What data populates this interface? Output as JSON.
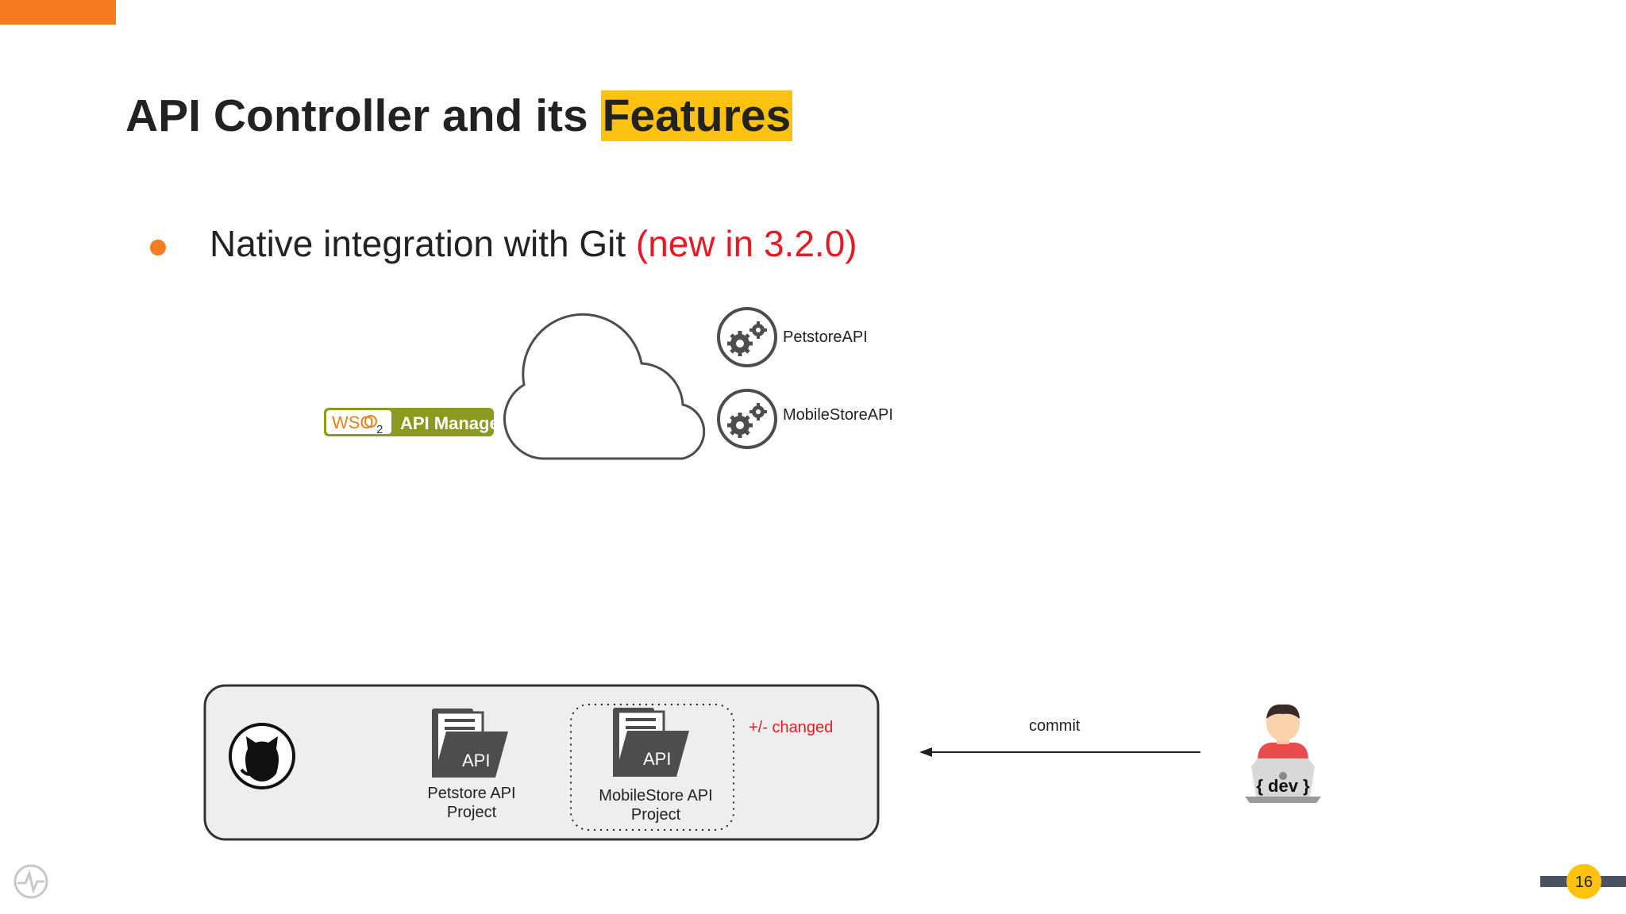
{
  "slide": {
    "title_main": "API Controller and its ",
    "title_highlight": "Features",
    "bullet_text": "Native integration with Git ",
    "bullet_highlight": "(new in 3.2.0)",
    "page_number": "16"
  },
  "diagram": {
    "logo_brand": "WSO",
    "logo_sub": "2",
    "logo_product": "API Manager",
    "apis": [
      "PetstoreAPI",
      "MobileStoreAPI"
    ],
    "projects": [
      {
        "icon_text": "API",
        "label_line1": "Petstore API",
        "label_line2": "Project"
      },
      {
        "icon_text": "API",
        "label_line1": "MobileStore API",
        "label_line2": "Project"
      }
    ],
    "changed_label": "+/- changed",
    "commit_label": "commit",
    "dev_label": "{ dev }"
  },
  "colors": {
    "accent_orange": "#f47b20",
    "highlight_yellow": "#fdc20f",
    "new_red": "#e31b23",
    "icon_gray": "#4d4d4d",
    "repo_box_bg": "#eeeeee",
    "wso2_green": "#8a9a1e"
  },
  "icons": [
    "github-icon",
    "gear-icon",
    "cloud-icon",
    "folder-icon",
    "developer-icon",
    "brand-logo-icon"
  ]
}
